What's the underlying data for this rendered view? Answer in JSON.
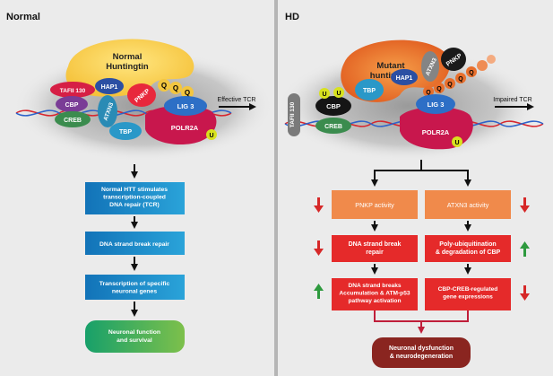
{
  "normal": {
    "panel_title": "Normal",
    "protein": "Normal Huntingtin",
    "factors": {
      "tafii": "TAFII 130",
      "hap1": "HAP1",
      "cbp": "CBP",
      "pnkp": "PNKP",
      "atxn3": "ATXN3",
      "creb": "CREB",
      "tbp": "TBP",
      "lig3": "LIG 3",
      "polr2a": "POLR2A",
      "q": "Q",
      "u": "U"
    },
    "tcr_label": "Effective TCR",
    "flow": [
      "Normal HTT stimulates transcription-coupled DNA repair (TCR)",
      "DNA strand break repair",
      "Transcription of specific neuronal genes",
      "Neuronal function and survival"
    ]
  },
  "hd": {
    "panel_title": "HD",
    "protein": "Mutant huntingtin",
    "factors": {
      "tafii": "TAFII 130",
      "hap1": "HAP1",
      "cbp": "CBP",
      "pnkp": "PNKP",
      "atxn3": "ATXN3",
      "creb": "CREB",
      "tbp": "TBP",
      "lig3": "LIG 3",
      "polr2a": "POLR2A",
      "q": "Q",
      "u": "U"
    },
    "tcr_label": "Impaired TCR",
    "left_branch": [
      "PNKP activity",
      "DNA strand break repair",
      "DNA strand breaks Accumulation & ATM-p53 pathway activation"
    ],
    "right_branch": [
      "ATXN3 activity",
      "Poly-ubiquitination & degradation of CBP",
      "CBP-CREB-regulated gene expressions"
    ],
    "outcome": "Neuronal dysfunction & neurodegeneration"
  },
  "colors": {
    "panel_bg": "#ebebeb",
    "divider": "#b5b5b5",
    "blue_box": "#2aa3d9",
    "green_box": "#1d9d6b",
    "orange_box": "#f08a4b",
    "red_box": "#e52a2a",
    "dark_red_box": "#8a2520",
    "arrow_down": "#d62828",
    "arrow_up": "#2e9a3e"
  }
}
